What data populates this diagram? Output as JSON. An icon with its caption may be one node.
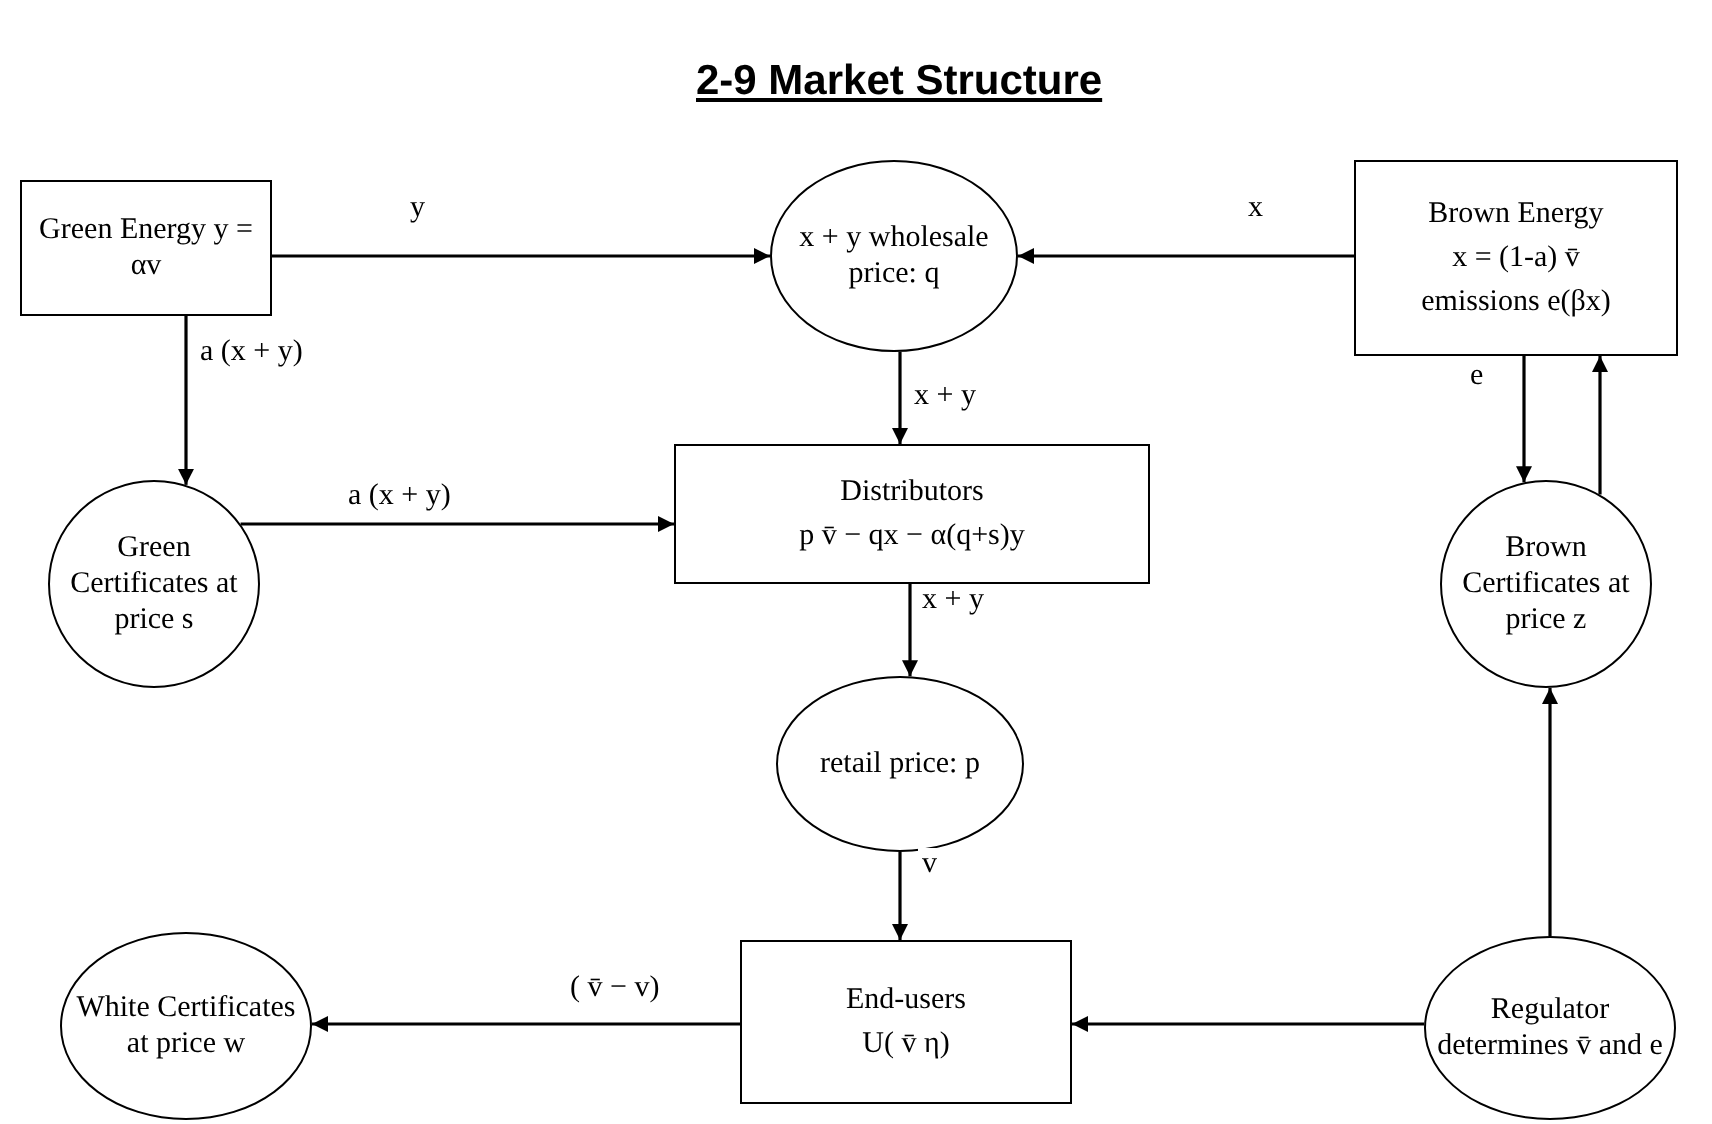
{
  "diagram": {
    "title": "2-9 Market Structure",
    "nodes": [
      {
        "text": [
          "Green Energy y = αv"
        ]
      },
      {
        "text": [
          "x + y wholesale price: q"
        ]
      },
      {
        "text": [
          "Brown Energy",
          "x = (1-a) v̄",
          "emissions e(βx)"
        ]
      },
      {
        "text": [
          "Green Certificates at price s"
        ]
      },
      {
        "text": [
          "Distributors",
          "p v̄ − qx − α(q+s)y"
        ]
      },
      {
        "text": [
          "Brown Certificates at price z"
        ]
      },
      {
        "text": [
          "retail price: p"
        ]
      },
      {
        "text": [
          "End-users",
          "U( v̄ η)"
        ]
      },
      {
        "text": [
          "White Certificates at price w"
        ]
      },
      {
        "text": [
          "Regulator determines v̄ and e"
        ]
      }
    ],
    "edges": [
      {
        "from": 0,
        "to": 1,
        "arrow": "to",
        "label": "y"
      },
      {
        "from": 2,
        "to": 1,
        "arrow": "to",
        "label": "x"
      },
      {
        "from": 0,
        "to": 3,
        "arrow": "to",
        "label": "a (x + y)"
      },
      {
        "from": 3,
        "to": 4,
        "arrow": "to",
        "label": "a (x + y)"
      },
      {
        "from": 1,
        "to": 4,
        "arrow": "to",
        "label": "x + y"
      },
      {
        "from": 2,
        "to": 5,
        "arrow": "to",
        "label": "e"
      },
      {
        "from": 5,
        "to": 2,
        "arrow": "to"
      },
      {
        "from": 4,
        "to": 6,
        "arrow": "to",
        "label": "x + y"
      },
      {
        "from": 6,
        "to": 7,
        "arrow": "to",
        "label": "v"
      },
      {
        "from": 7,
        "to": 8,
        "arrow": "to",
        "label": "( v̄ − v)"
      },
      {
        "from": 9,
        "to": 7,
        "arrow": "to"
      },
      {
        "from": 9,
        "to": 5,
        "arrow": "to"
      }
    ]
  }
}
